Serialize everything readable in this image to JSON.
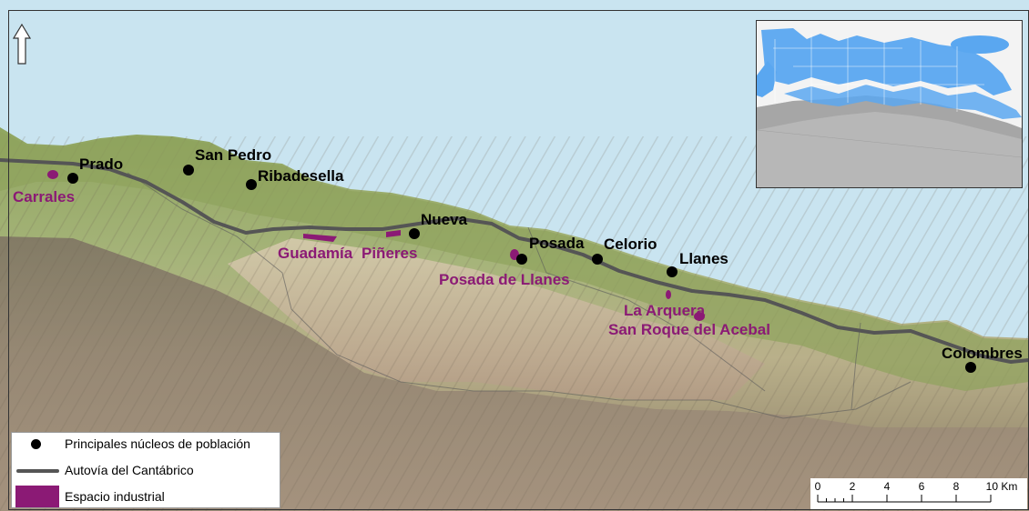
{
  "map": {
    "north_arrow": "north-arrow",
    "towns": [
      {
        "name": "Prado"
      },
      {
        "name": "San Pedro"
      },
      {
        "name": "Ribadesella"
      },
      {
        "name": "Nueva"
      },
      {
        "name": "Posada"
      },
      {
        "name": "Celorio"
      },
      {
        "name": "Llanes"
      },
      {
        "name": "Colombres"
      }
    ],
    "industrial_areas": [
      {
        "name": "Carrales"
      },
      {
        "name": "Guadamía"
      },
      {
        "name": "Piñeres"
      },
      {
        "name": "Posada de Llanes"
      },
      {
        "name": "La Arquera"
      },
      {
        "name": "San Roque del Acebal"
      }
    ],
    "legend": {
      "items": [
        {
          "label": "Principales núcleos de población"
        },
        {
          "label": "Autovía del Cantábrico"
        },
        {
          "label": "Espacio industrial"
        }
      ]
    },
    "scale_bar": {
      "ticks": [
        "0",
        "2",
        "4",
        "6",
        "8",
        "10 Km"
      ]
    },
    "colors": {
      "sea": "#c9e4f0",
      "land": "#97a86a",
      "highway": "#555555",
      "industrial": "#8b1a75",
      "town": "#000000",
      "inset_sea": "#5aa7f0"
    }
  }
}
